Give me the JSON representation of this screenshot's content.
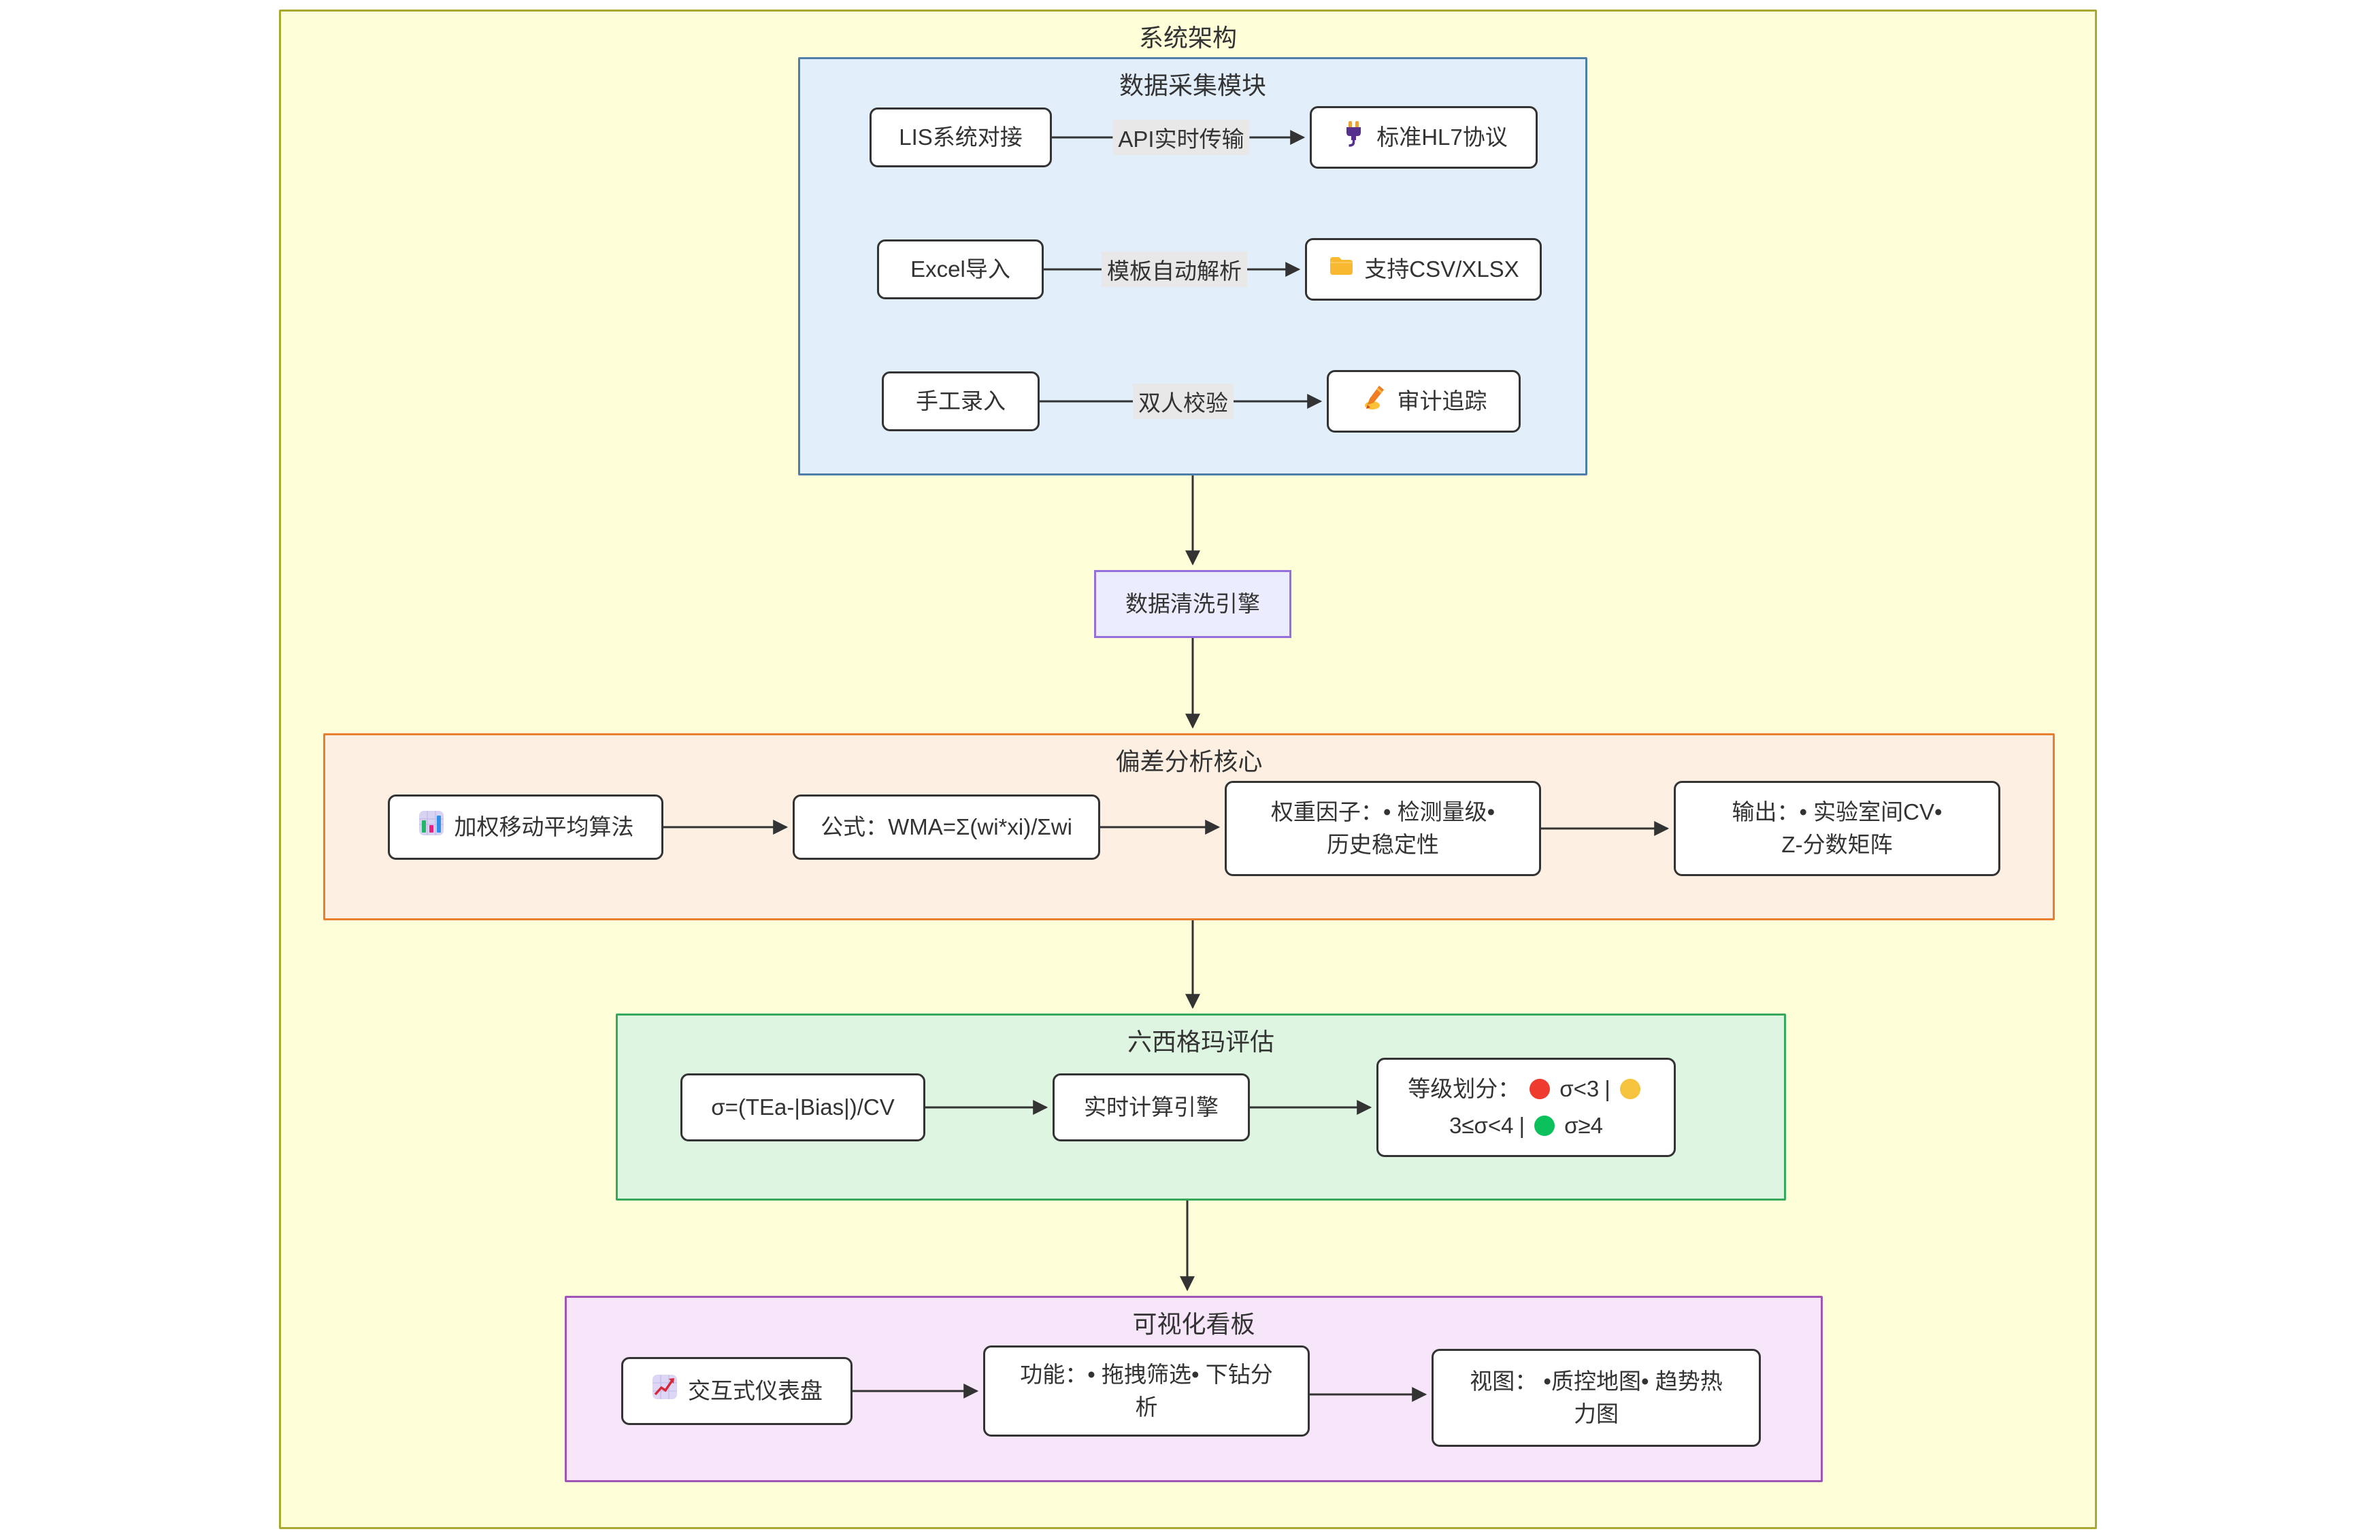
{
  "diagram": {
    "title": "系统架构",
    "collect": {
      "title": "数据采集模块",
      "rows": [
        {
          "source": "LIS系统对接",
          "edge": "API实时传输",
          "target": "标准HL7协议",
          "icon": "plug-icon"
        },
        {
          "source": "Excel导入",
          "edge": "模板自动解析",
          "target": "支持CSV/XLSX",
          "icon": "folder-icon"
        },
        {
          "source": "手工录入",
          "edge": "双人校验",
          "target": "审计追踪",
          "icon": "writing-hand-icon"
        }
      ]
    },
    "clean": {
      "label": "数据清洗引擎"
    },
    "bias": {
      "title": "偏差分析核心",
      "wma": {
        "label": "加权移动平均算法",
        "icon": "bar-chart-icon"
      },
      "formula": {
        "label": "公式：WMA=Σ(wi*xi)/Σwi"
      },
      "weight": {
        "lines": [
          "权重因子：• 检测量级•",
          "历史稳定性"
        ]
      },
      "output": {
        "lines": [
          "输出：• 实验室间CV•",
          "Z-分数矩阵"
        ]
      }
    },
    "sigma": {
      "title": "六西格玛评估",
      "formula": {
        "label": "σ=(TEa-|Bias|)/CV"
      },
      "engine": {
        "label": "实时计算引擎"
      },
      "grading": {
        "label": "等级划分：",
        "red": {
          "color": "#ee3a2f",
          "text": "σ<3"
        },
        "sep1": "|",
        "yellow": {
          "color": "#f5c33d",
          "text": "3≤σ<4"
        },
        "sep2": "|",
        "green": {
          "color": "#0cc15c",
          "text": "σ≥4"
        }
      }
    },
    "viz": {
      "title": "可视化看板",
      "dashboard": {
        "label": "交互式仪表盘",
        "icon": "chart-increasing-icon"
      },
      "features": {
        "lines": [
          "功能：• 拖拽筛选• 下钻分",
          "析"
        ]
      },
      "views": {
        "lines": [
          "视图： •质控地图• 趋势热",
          "力图"
        ]
      }
    },
    "colors": {
      "outer_fill": "#fefed9",
      "outer_border": "#a8a833",
      "collect_fill": "#e2effa",
      "collect_border": "#4e7fa8",
      "clean_fill": "#ececff",
      "clean_border": "#9370db",
      "bias_fill": "#fdf0e3",
      "bias_border": "#e87f2e",
      "sigma_fill": "#def5e2",
      "sigma_border": "#35a85c",
      "viz_fill": "#f7e6fa",
      "viz_border": "#a055b5",
      "node_fill": "#ffffff",
      "node_border": "#333333",
      "arrow": "#333333",
      "edge_label_bg": "#e8e8e8",
      "text": "#333333"
    }
  }
}
